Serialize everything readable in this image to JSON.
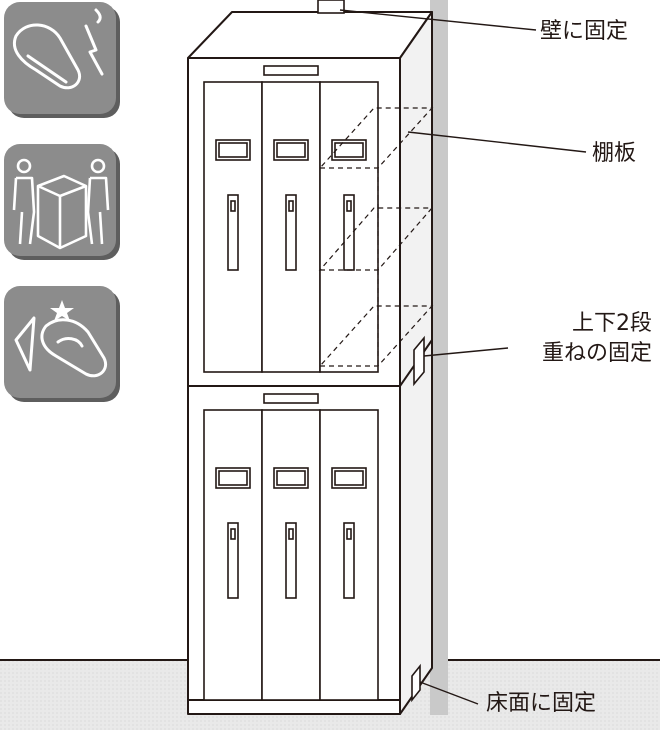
{
  "labels": {
    "wall_fix": "壁に固定",
    "shelf_board": "棚板",
    "stack_fix_line1": "上下2段",
    "stack_fix_line2": "重ねの固定",
    "floor_fix": "床面に固定"
  },
  "warning_icons": [
    {
      "name": "finger-pinch-icon"
    },
    {
      "name": "two-person-carry-icon"
    },
    {
      "name": "finger-impact-icon"
    }
  ],
  "colors": {
    "line": "#231815",
    "icon_bg": "#8a8a8a",
    "icon_shadow": "#5e5e5e",
    "cabinet_shadow": "#c8c8c8",
    "floor_tone": "#e6e6e6",
    "wall_tone": "#f4f4f4"
  }
}
